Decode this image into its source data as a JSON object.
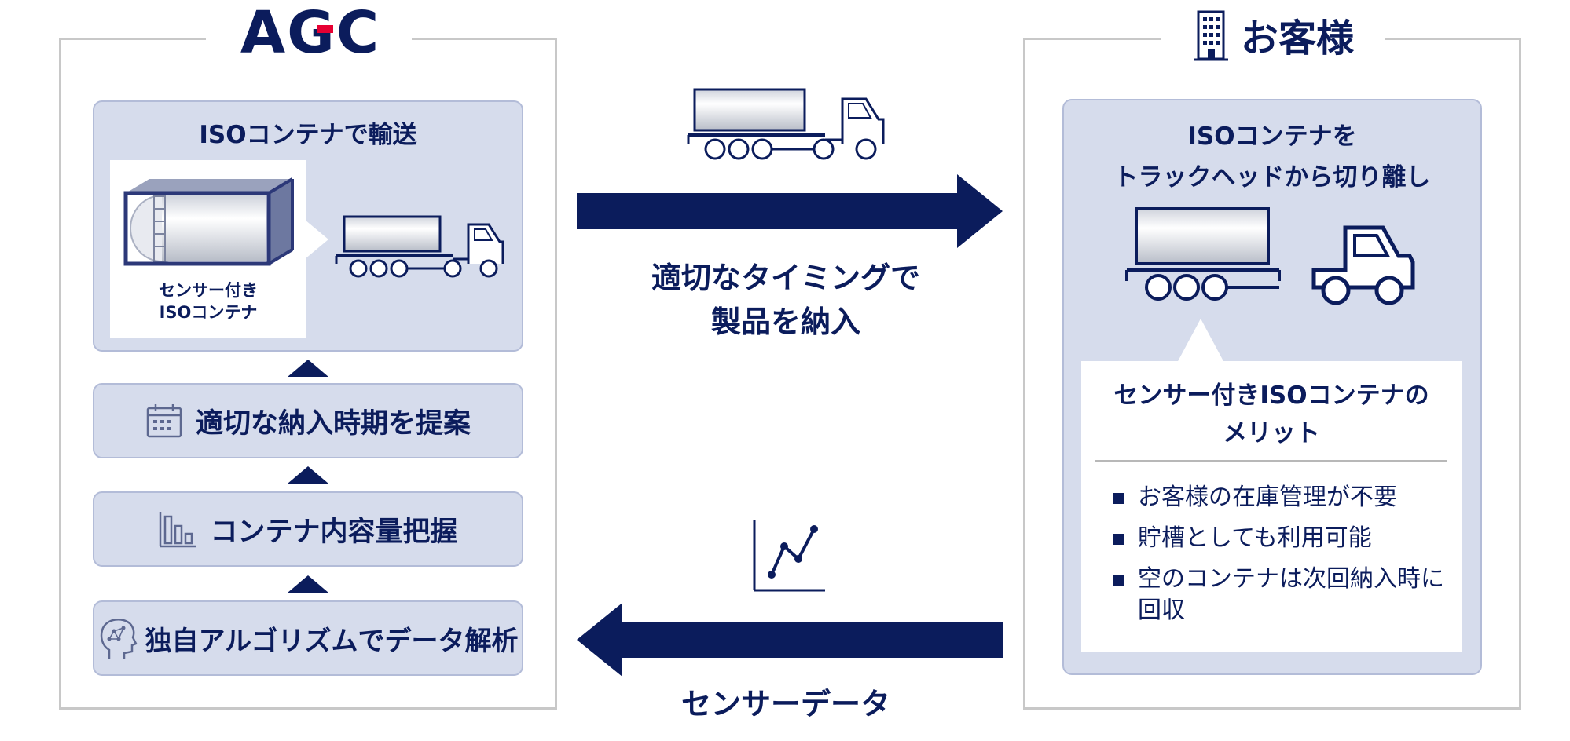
{
  "left": {
    "logo": "AGC",
    "transport_title": "ISOコンテナで輸送",
    "sensor_container_label": "センサー付き\nISOコンテナ",
    "steps": [
      {
        "label": "適切な納入時期を提案",
        "icon": "calendar-icon"
      },
      {
        "label": "コンテナ内容量把握",
        "icon": "bar-chart-icon"
      },
      {
        "label": "独自アルゴリズムでデータ解析",
        "icon": "ai-head-icon"
      }
    ]
  },
  "middle": {
    "delivery_text": "適切なタイミングで\n製品を納入",
    "sensor_text": "センサーデータ"
  },
  "right": {
    "heading": "お客様",
    "heading_icon": "building-icon",
    "detach_title": "ISOコンテナを\nトラックヘッドから切り離し",
    "merit_title": "センサー付きISOコンテナの\nメリット",
    "merit_items": [
      "お客様の在庫管理が不要",
      "貯槽としても利用可能",
      "空のコンテナは次回納入時に\n回収"
    ]
  },
  "colors": {
    "navy": "#0b1c5c",
    "card": "#d6dcec",
    "frame": "#c8c8c8",
    "logo_red": "#e60033"
  }
}
